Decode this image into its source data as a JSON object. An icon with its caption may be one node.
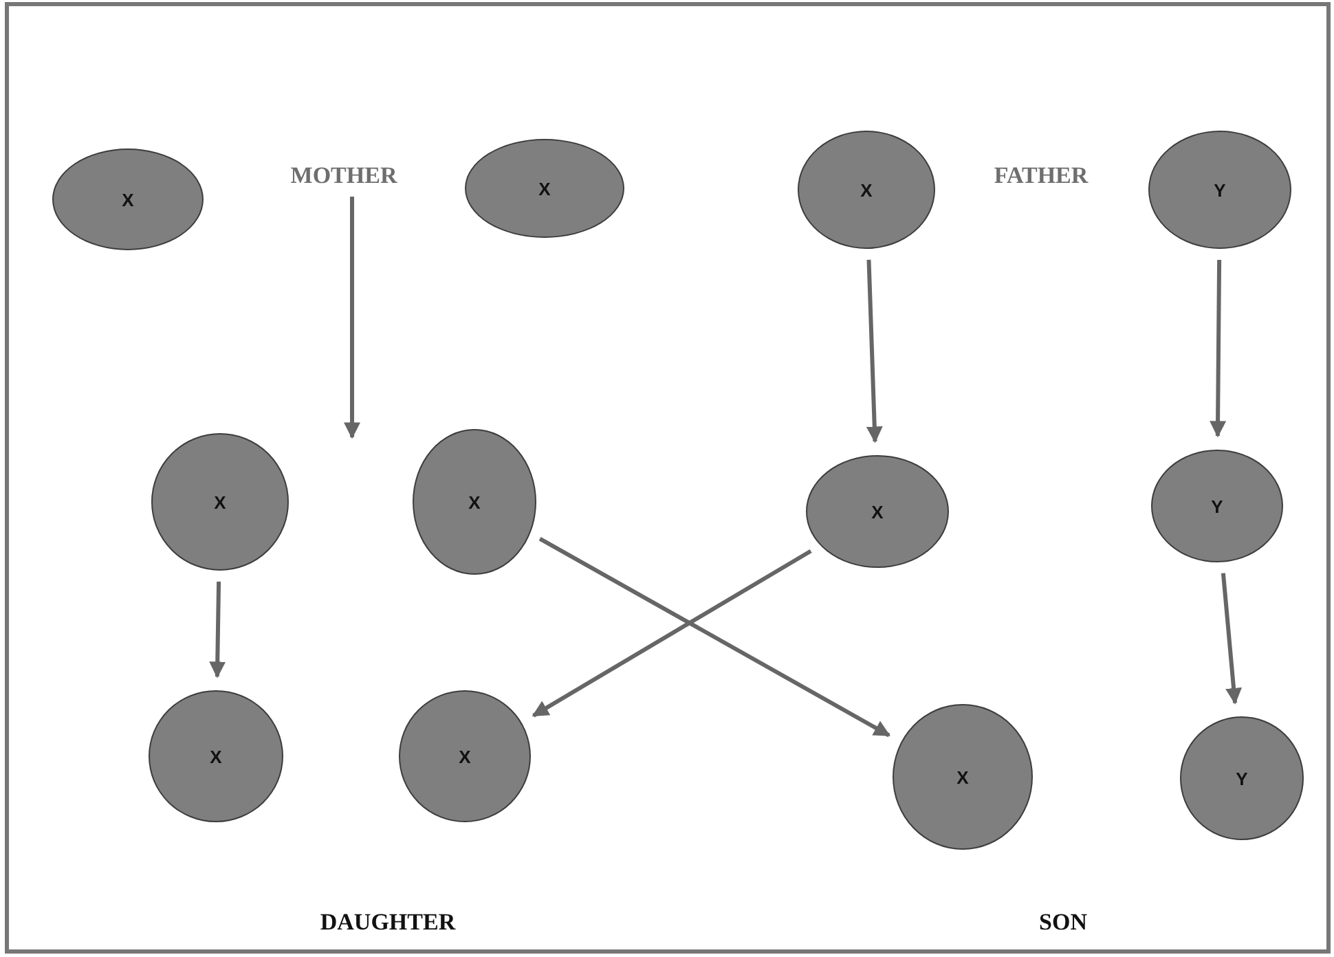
{
  "diagram": {
    "nodes": [
      {
        "text": [
          "X"
        ]
      },
      {
        "text": [
          "MOTHER"
        ]
      },
      {
        "text": [
          "X"
        ]
      },
      {
        "text": [
          "X"
        ]
      },
      {
        "text": [
          "FATHER"
        ]
      },
      {
        "text": [
          "Y"
        ]
      },
      {
        "text": [
          "X"
        ]
      },
      {
        "text": [
          "X"
        ]
      },
      {
        "text": [
          "X"
        ]
      },
      {
        "text": [
          "Y"
        ]
      },
      {
        "text": [
          "X"
        ]
      },
      {
        "text": [
          "X"
        ]
      },
      {
        "text": [
          "X"
        ]
      },
      {
        "text": [
          "Y"
        ]
      }
    ],
    "edges": [
      {
        "from": 1,
        "to": null,
        "arrow": "to"
      },
      {
        "from": 3,
        "to": 8,
        "arrow": "to"
      },
      {
        "from": 5,
        "to": 9,
        "arrow": "to"
      },
      {
        "from": 9,
        "to": 13,
        "arrow": "to"
      },
      {
        "from": 6,
        "to": 10,
        "arrow": "to"
      },
      {
        "from": 7,
        "to": 12,
        "arrow": "to"
      },
      {
        "from": 8,
        "to": 11,
        "arrow": "to"
      }
    ],
    "labels": [
      "DAUGHTER",
      "SON"
    ]
  }
}
